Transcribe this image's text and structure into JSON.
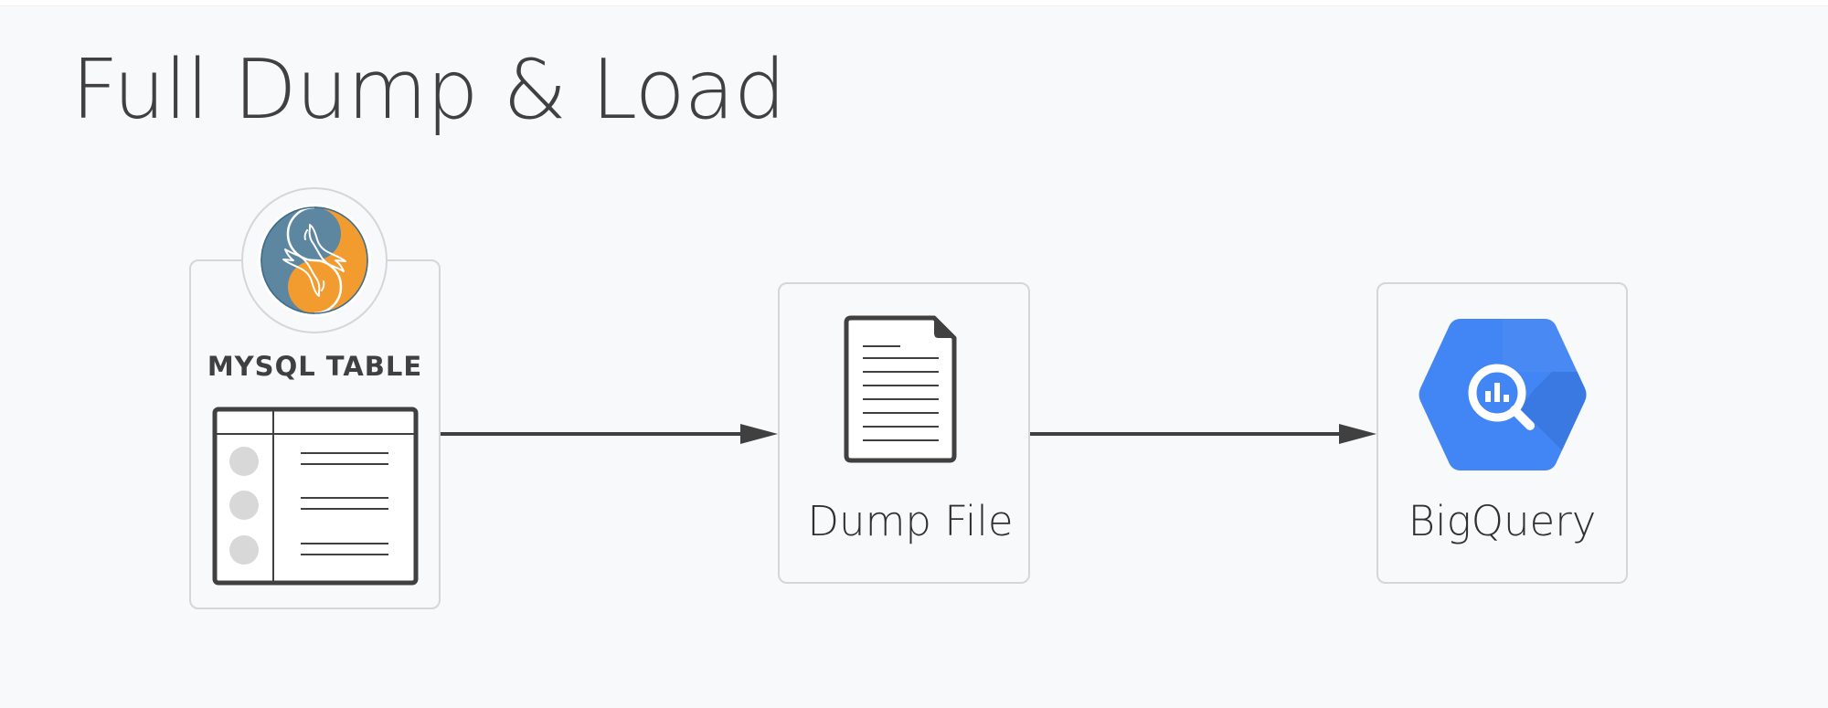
{
  "title": "Full Dump & Load",
  "nodes": {
    "mysql": {
      "label": "MYSQL TABLE",
      "logo": "mysql-dolphin-logo",
      "icon": "table-icon"
    },
    "dump": {
      "label": "Dump File",
      "icon": "document-icon"
    },
    "bigquery": {
      "label": "BigQuery",
      "icon": "bigquery-icon"
    }
  },
  "edges": [
    {
      "from": "MYSQL TABLE",
      "to": "Dump File"
    },
    {
      "from": "Dump File",
      "to": "BigQuery"
    }
  ],
  "colors": {
    "background": "#f8f9fa",
    "box_border": "#d6d6d6",
    "text": "#404040",
    "arrow": "#404040",
    "mysql_blue": "#5d87a1",
    "mysql_orange": "#f29c2f",
    "bigquery_blue": "#4285f4"
  }
}
